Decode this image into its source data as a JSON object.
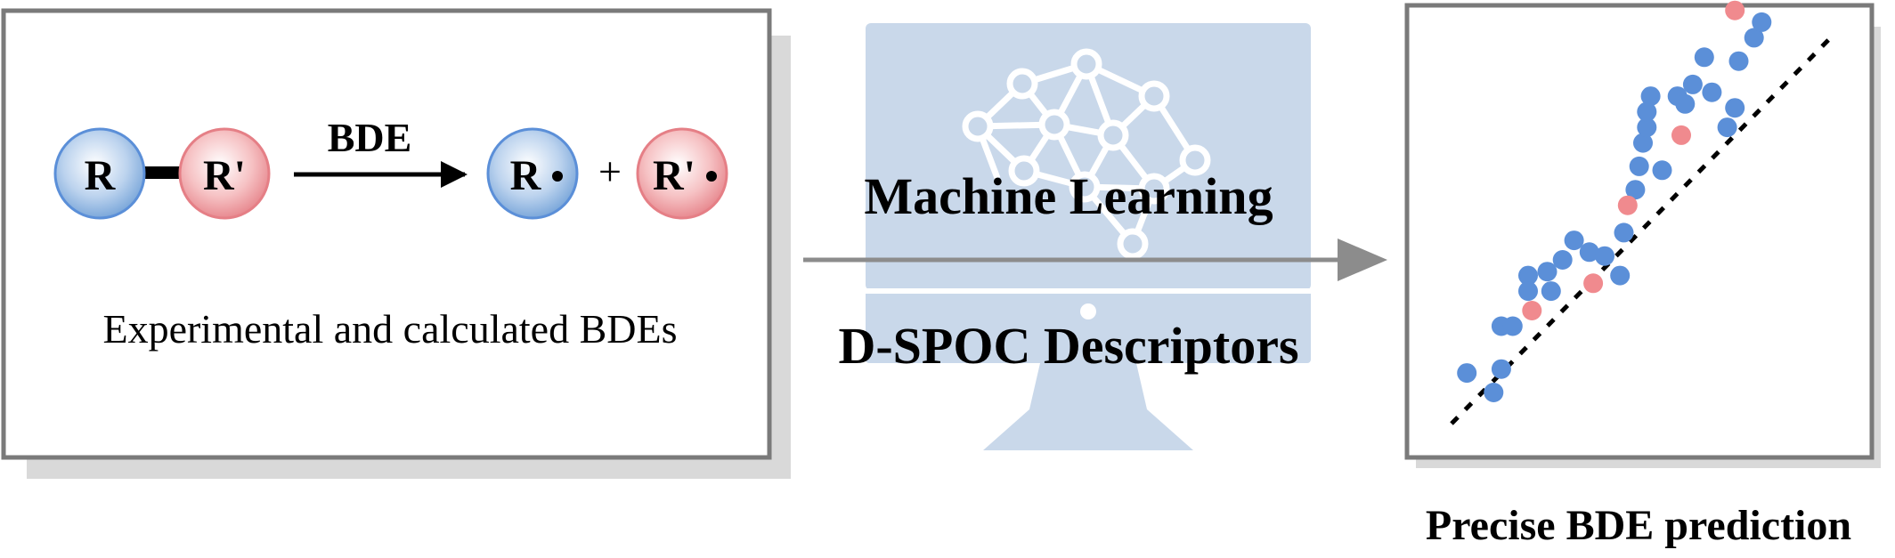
{
  "reaction": {
    "bond_left_label": "R",
    "bond_right_label": "R'",
    "arrow_label": "BDE",
    "product_left_label": "R",
    "product_plus": "+",
    "product_right_label": "R'",
    "caption": "Experimental and calculated BDEs"
  },
  "method": {
    "top_label": "Machine Learning",
    "bottom_label": "D-SPOC Descriptors"
  },
  "result": {
    "caption": "Precise BDE prediction"
  },
  "colors": {
    "blue_dot": "#5b8fd8",
    "pink_dot": "#f08a8e",
    "monitor": "#c9d8ea",
    "frame": "#7a7a7a",
    "shadow": "#d9d9d9",
    "arrow": "#8c8c8c"
  },
  "icons": {
    "monitor": "computer-monitor-icon",
    "network": "neural-network-brain-icon"
  },
  "chart_data": {
    "type": "scatter",
    "title": "",
    "xlabel": "",
    "ylabel": "",
    "xlim": [
      0,
      100
    ],
    "ylim": [
      0,
      100
    ],
    "grid": false,
    "trendline": "dashed diagonal",
    "series": [
      {
        "color": "#5b8fd8",
        "points": [
          [
            4,
            13
          ],
          [
            11,
            8
          ],
          [
            13,
            14
          ],
          [
            13,
            25
          ],
          [
            16,
            25
          ],
          [
            20,
            38
          ],
          [
            20,
            34
          ],
          [
            25,
            39
          ],
          [
            26,
            34
          ],
          [
            29,
            42
          ],
          [
            32,
            47
          ],
          [
            36,
            44
          ],
          [
            40,
            43
          ],
          [
            44,
            38
          ],
          [
            45,
            49
          ],
          [
            48,
            60
          ],
          [
            49,
            66
          ],
          [
            50,
            72
          ],
          [
            51,
            76
          ],
          [
            51,
            80
          ],
          [
            52,
            84
          ],
          [
            55,
            65
          ],
          [
            59,
            84
          ],
          [
            61,
            82
          ],
          [
            63,
            87
          ],
          [
            66,
            94
          ],
          [
            68,
            85
          ],
          [
            72,
            76
          ],
          [
            74,
            81
          ],
          [
            75,
            93
          ],
          [
            79,
            99
          ],
          [
            81,
            103
          ]
        ]
      },
      {
        "color": "#f08a8e",
        "points": [
          [
            21,
            29
          ],
          [
            37,
            36
          ],
          [
            46,
            56
          ],
          [
            60,
            74
          ],
          [
            74,
            106
          ]
        ]
      }
    ]
  }
}
